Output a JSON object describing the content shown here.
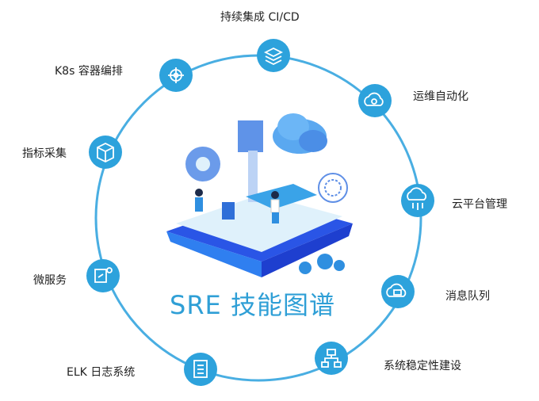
{
  "title": "SRE 技能图谱",
  "colors": {
    "ring": "#49aee2",
    "node": "#2da2dc",
    "title": "#2f9fd6"
  },
  "nodes": [
    {
      "label": "持续集成 CI/CD",
      "icon": "layers-icon"
    },
    {
      "label": "运维自动化",
      "icon": "cloud-sync-icon"
    },
    {
      "label": "云平台管理",
      "icon": "cloud-network-icon"
    },
    {
      "label": "消息队列",
      "icon": "cloud-message-icon"
    },
    {
      "label": "系统稳定性建设",
      "icon": "hierarchy-icon"
    },
    {
      "label": "ELK 日志系统",
      "icon": "document-icon"
    },
    {
      "label": "微服务",
      "icon": "services-icon"
    },
    {
      "label": "指标采集",
      "icon": "box-icon"
    },
    {
      "label": "K8s 容器编排",
      "icon": "helm-icon"
    }
  ]
}
